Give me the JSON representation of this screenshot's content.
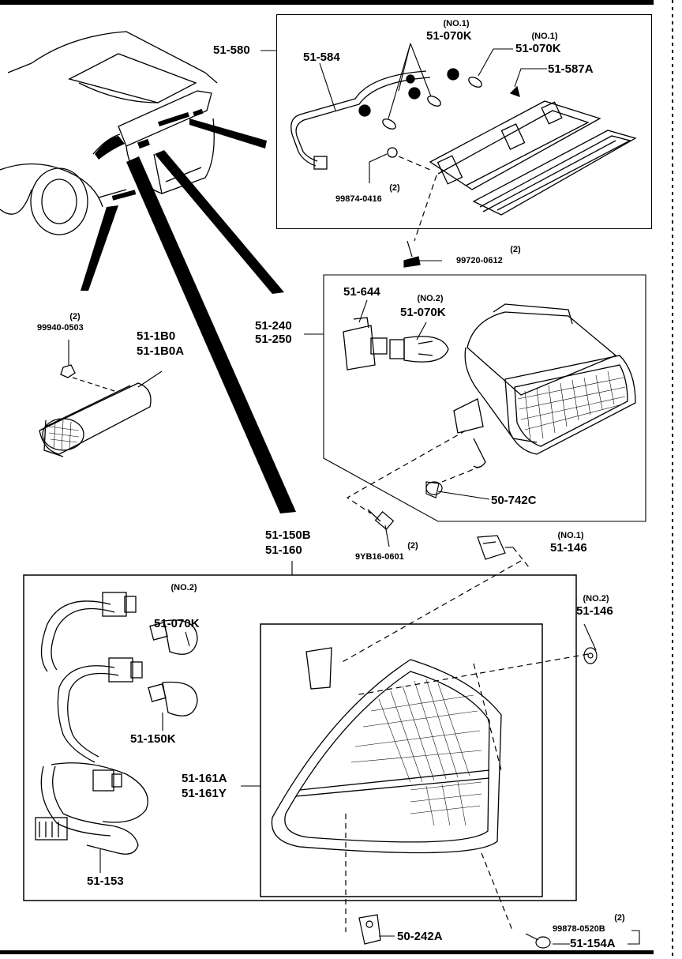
{
  "parts": {
    "high_mount_assy": "51-580",
    "harness_584": "51-584",
    "bulb_070k_a": {
      "qty": "(NO.1)",
      "code": "51-070K"
    },
    "bulb_070k_b": {
      "qty": "(NO.1)",
      "code": "51-070K"
    },
    "clip_587a": "51-587A",
    "screw_0416": {
      "qty": "(2)",
      "code": "99874-0416"
    },
    "bolt_0612": {
      "qty": "(2)",
      "code": "99720-0612"
    },
    "side_lamp_set": {
      "code1": "51-240",
      "code2": "51-250"
    },
    "socket_644": "51-644",
    "bulb_070k_c": {
      "qty": "(NO.2)",
      "code": "51-070K"
    },
    "nut_742c": "50-742C",
    "nut_0503": {
      "qty": "(2)",
      "code": "99940-0503"
    },
    "marker_lamp": {
      "code1": "51-1B0",
      "code2": "51-1B0A"
    },
    "screw_0601": {
      "qty": "(2)",
      "code": "9YB16-0601"
    },
    "rear_combo_set": {
      "code1": "51-150B",
      "code2": "51-160"
    },
    "grommet_146a": {
      "qty": "(NO.1)",
      "code": "51-146"
    },
    "grommet_146b": {
      "qty": "(NO.2)",
      "code": "51-146"
    },
    "bulb_070k_d": {
      "qty": "(NO.2)",
      "code": "51-070K"
    },
    "bulb_150k": "51-150K",
    "lens_161": {
      "code1": "51-161A",
      "code2": "51-161Y"
    },
    "harness_153": "51-153",
    "nut_242a": "50-242A",
    "screw_0520b": {
      "qty": "(2)",
      "code": "99878-0520B"
    },
    "bracket_154a": "51-154A"
  }
}
